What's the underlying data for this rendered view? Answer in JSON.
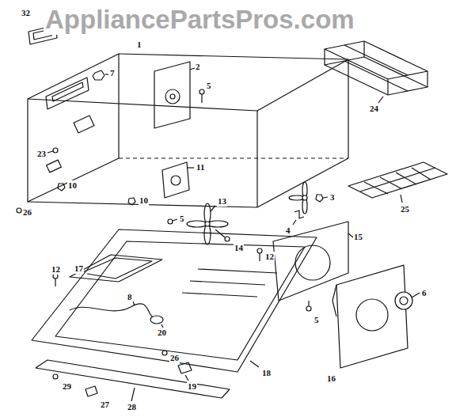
{
  "diagram": {
    "labels": [
      "AppliancePartsPros.com",
      "32",
      "1",
      "7",
      "2",
      "5",
      "23",
      "10",
      "10",
      "11",
      "13",
      "3",
      "4",
      "14",
      "5",
      "26",
      "12",
      "15",
      "12",
      "17",
      "8",
      "5",
      "20",
      "26",
      "19",
      "18",
      "16",
      "6",
      "29",
      "27",
      "28",
      "24",
      "25"
    ]
  }
}
